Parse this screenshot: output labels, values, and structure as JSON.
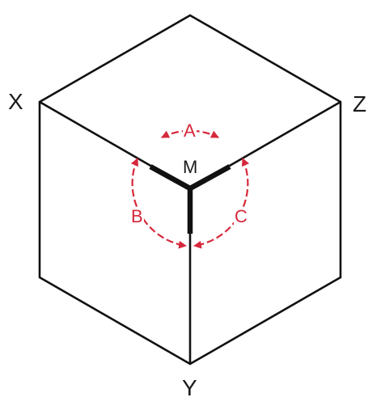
{
  "labels": {
    "corner_x": "X",
    "corner_y": "Y",
    "corner_z": "Z",
    "center": "M",
    "angle_a": "A",
    "angle_b": "B",
    "angle_c": "C"
  },
  "colors": {
    "edge": "#111111",
    "angle_arrow": "#d6283b",
    "background": "#ffffff"
  }
}
